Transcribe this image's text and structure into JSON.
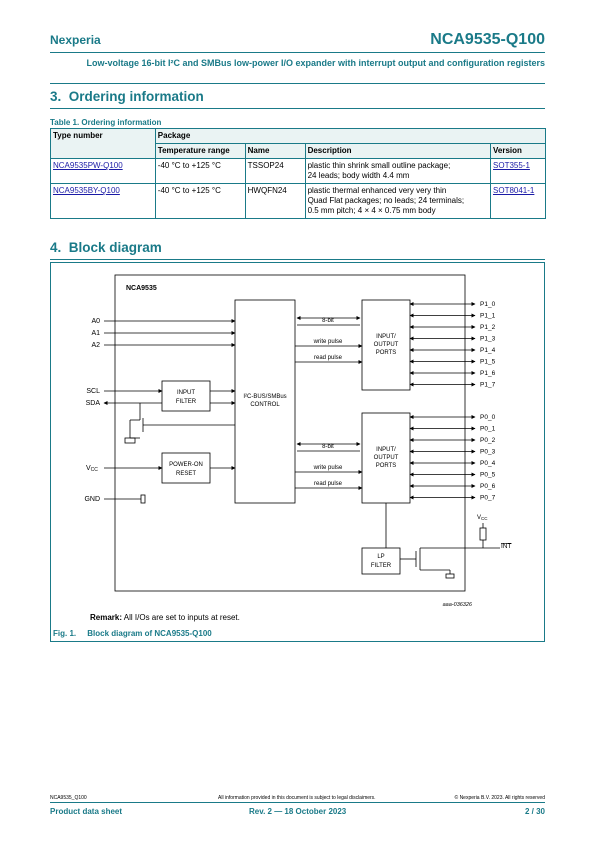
{
  "header": {
    "brand": "Nexperia",
    "part": "NCA9535-Q100",
    "subtitle": "Low-voltage 16-bit I²C and SMBus low-power I/O expander with interrupt output and configuration registers"
  },
  "section3": {
    "number": "3.",
    "title": "Ordering information"
  },
  "table": {
    "caption": "Table 1. Ordering information",
    "head": {
      "type_number": "Type number",
      "package": "Package",
      "temperature_range": "Temperature range",
      "name": "Name",
      "description": "Description",
      "version": "Version"
    },
    "rows": [
      {
        "type_number": "NCA9535PW-Q100",
        "temperature": "-40 °C to +125 °C",
        "name": "TSSOP24",
        "description_lines": [
          "plastic thin shrink small outline package;",
          "24 leads; body width 4.4 mm"
        ],
        "version": "SOT355-1"
      },
      {
        "type_number": "NCA9535BY-Q100",
        "temperature": "-40 °C to +125 °C",
        "name": "HWQFN24",
        "description_lines": [
          "plastic thermal enhanced very very thin",
          "Quad Flat packages; no leads; 24 terminals;",
          "0.5 mm pitch; 4 × 4 × 0.75 mm body"
        ],
        "version": "SOT8041-1"
      }
    ]
  },
  "section4": {
    "number": "4.",
    "title": "Block diagram"
  },
  "diagram": {
    "chip_label": "NCA9535",
    "left_pins": [
      "A0",
      "A1",
      "A2",
      "SCL",
      "SDA",
      "GND"
    ],
    "vcc_main": "V",
    "vcc_sub": "CC",
    "input_filter": [
      "INPUT",
      "FILTER"
    ],
    "power_on_reset": [
      "POWER-ON",
      "RESET"
    ],
    "control": [
      "I²C-BUS/SMBus",
      "CONTROL"
    ],
    "signals": {
      "bus": "8-bit",
      "write": "write pulse",
      "read": "read pulse"
    },
    "io_ports": [
      "INPUT/",
      "OUTPUT",
      "PORTS"
    ],
    "p1_pins": [
      "P1_0",
      "P1_1",
      "P1_2",
      "P1_3",
      "P1_4",
      "P1_5",
      "P1_6",
      "P1_7"
    ],
    "p0_pins": [
      "P0_0",
      "P0_1",
      "P0_2",
      "P0_3",
      "P0_4",
      "P0_5",
      "P0_6",
      "P0_7"
    ],
    "lp_filter": [
      "LP",
      "FILTER"
    ],
    "int_label": "INT",
    "figure_code": "aaa-036326"
  },
  "remark": {
    "label": "Remark:",
    "text": "All I/Os are set to inputs at reset."
  },
  "figure": {
    "number": "Fig. 1.",
    "title": "Block diagram of NCA9535-Q100"
  },
  "footer": {
    "doc_id": "NCA9535_Q100",
    "disclaimer": "All information provided in this document is subject to legal disclaimers.",
    "copyright": "© Nexperia B.V. 2023. All rights reserved",
    "doc_type": "Product data sheet",
    "revision": "Rev. 2 — 18 October 2023",
    "page": "2 / 30"
  },
  "colors": {
    "accent": "#1a7a88",
    "link": "#1a1aa6",
    "table_header_bg": "#eaf3f3"
  }
}
